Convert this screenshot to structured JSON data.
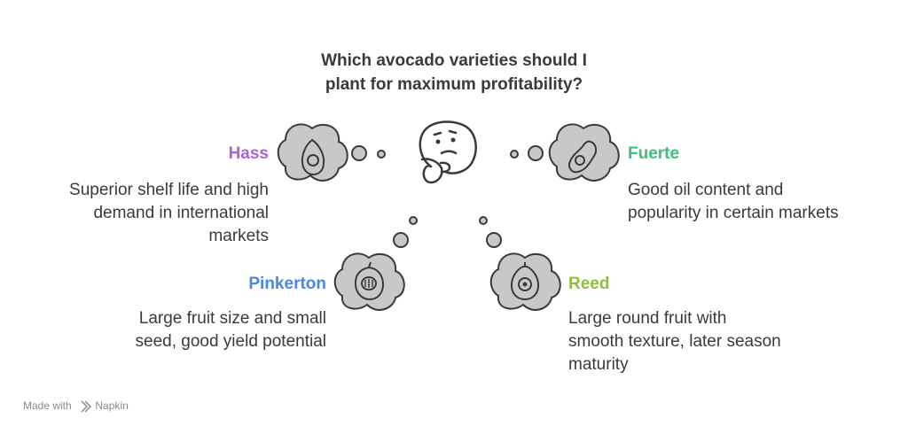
{
  "title": {
    "line1": "Which avocado varieties should I",
    "line2": "plant for maximum profitability?"
  },
  "options": {
    "hass": {
      "label": "Hass",
      "color": "#b05ee0",
      "desc": [
        "Superior shelf life and high",
        "demand in international",
        "markets"
      ],
      "icon": "whole-avocado-icon"
    },
    "fuerte": {
      "label": "Fuerte",
      "color": "#3cbf7c",
      "desc": [
        "Good oil content and",
        "popularity in certain markets"
      ],
      "icon": "pear-avocado-icon"
    },
    "pinkerton": {
      "label": "Pinkerton",
      "color": "#4a86e8",
      "desc": [
        "Large fruit size and small",
        "seed, good yield potential"
      ],
      "icon": "halved-avocado-icon"
    },
    "reed": {
      "label": "Reed",
      "color": "#8fbf3a",
      "desc": [
        "Large round fruit with",
        "smooth texture, later season",
        "maturity"
      ],
      "icon": "round-avocado-icon"
    }
  },
  "center_icon": "thinking-face-icon",
  "colors": {
    "cloud": "#c8c8c8",
    "stroke": "#3a3a3a"
  },
  "footer": {
    "made_with": "Made with",
    "brand": "Napkin"
  }
}
